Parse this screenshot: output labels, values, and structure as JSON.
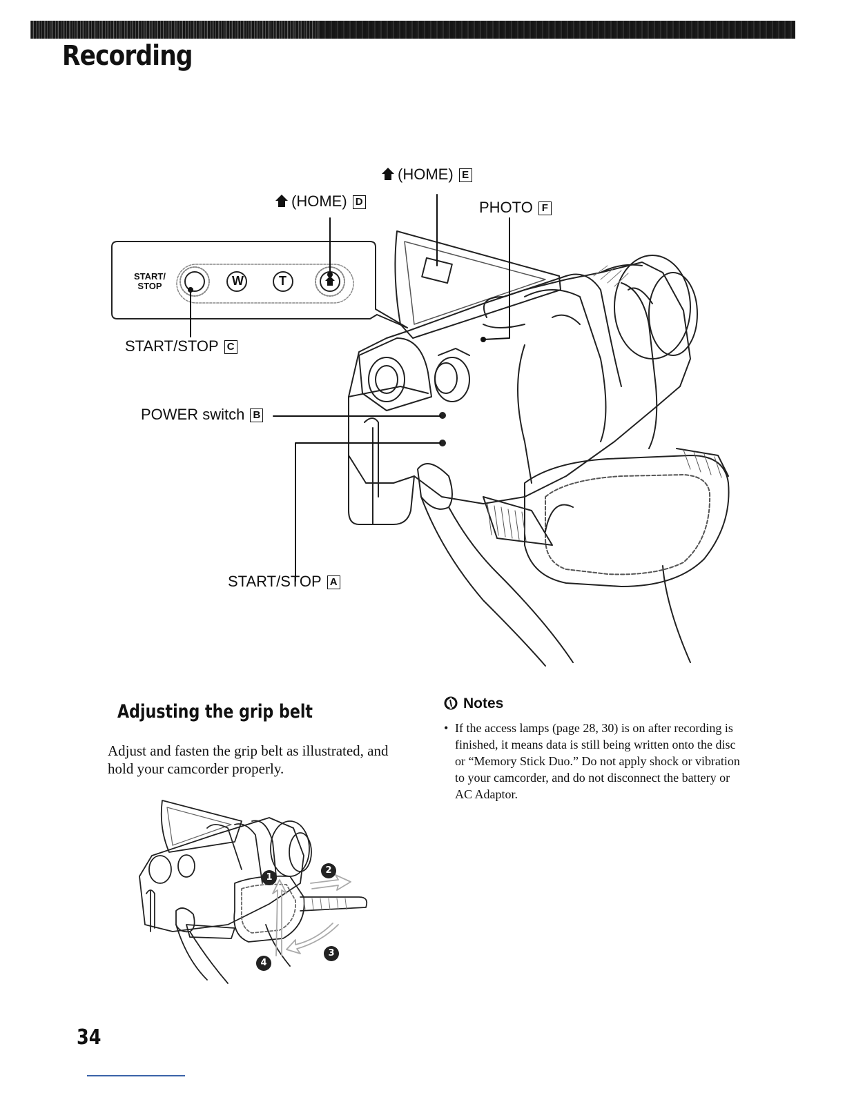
{
  "header": {
    "title": "Recording"
  },
  "labels": {
    "home_e": {
      "text": "(HOME)",
      "key": "E"
    },
    "home_d": {
      "text": "(HOME)",
      "key": "D"
    },
    "photo_f": {
      "text": "PHOTO",
      "key": "F"
    },
    "start_stop_c": {
      "text": "START/STOP",
      "key": "C"
    },
    "power_b": {
      "text": "POWER switch",
      "key": "B"
    },
    "start_stop_a": {
      "text": "START/STOP",
      "key": "A"
    }
  },
  "control_panel": {
    "start_stop": "START/\nSTOP",
    "w": "W",
    "t": "T"
  },
  "section": {
    "heading": "Adjusting the grip belt",
    "body": "Adjust and fasten the grip belt as illustrated, and hold your camcorder properly."
  },
  "steps": [
    "1",
    "2",
    "3",
    "4"
  ],
  "notes": {
    "heading": "Notes",
    "items": [
      "If the access lamps (page 28, 30) is on after recording is finished, it means data is still being written onto the disc or “Memory Stick Duo.” Do not apply shock or vibration to your camcorder, and do not disconnect the battery or AC Adaptor."
    ]
  },
  "footer": {
    "page_number": "34"
  }
}
